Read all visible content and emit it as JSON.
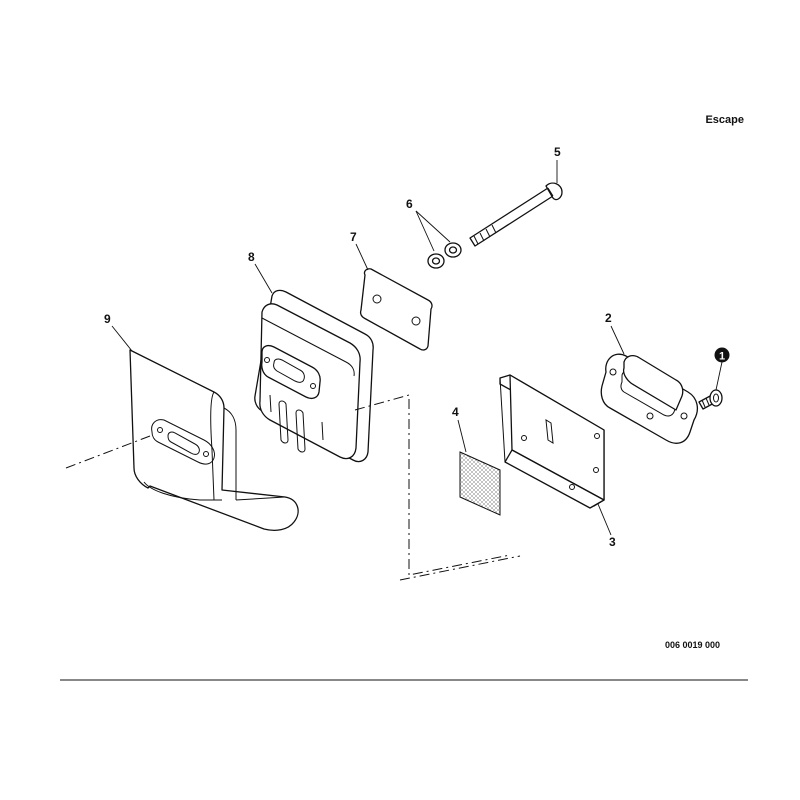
{
  "header": {
    "text": "Escape"
  },
  "footer": {
    "diagram_code": "006 0019 000"
  },
  "callouts": {
    "c1": "1",
    "c2": "2",
    "c3": "3",
    "c4": "4",
    "c5": "5",
    "c6": "6",
    "c7": "7",
    "c8": "8",
    "c9": "9"
  },
  "colors": {
    "line": "#111111",
    "background": "#ffffff",
    "mesh": "#888888"
  }
}
